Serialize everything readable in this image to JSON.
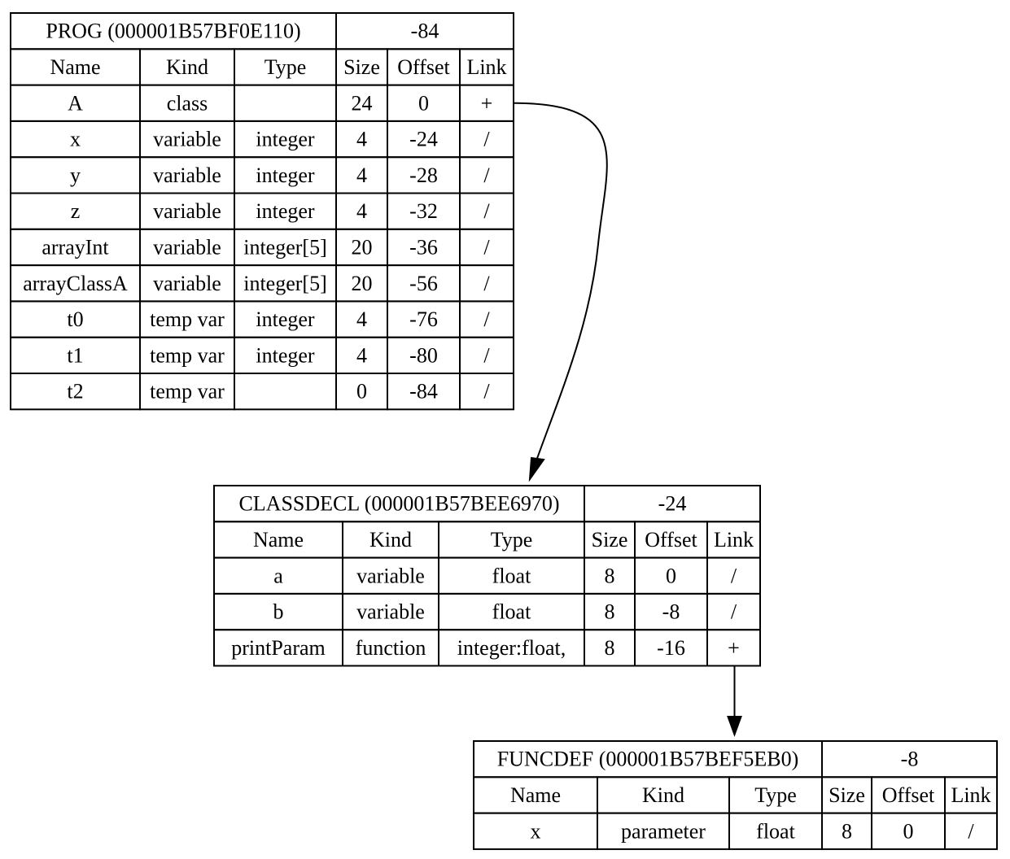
{
  "tables": [
    {
      "id": "prog",
      "title": "PROG (000001B57BF0E110)",
      "total": "-84",
      "headers": [
        "Name",
        "Kind",
        "Type",
        "Size",
        "Offset",
        "Link"
      ],
      "rows": [
        [
          "A",
          "class",
          "",
          "24",
          "0",
          "+"
        ],
        [
          "x",
          "variable",
          "integer",
          "4",
          "-24",
          "/"
        ],
        [
          "y",
          "variable",
          "integer",
          "4",
          "-28",
          "/"
        ],
        [
          "z",
          "variable",
          "integer",
          "4",
          "-32",
          "/"
        ],
        [
          "arrayInt",
          "variable",
          "integer[5]",
          "20",
          "-36",
          "/"
        ],
        [
          "arrayClassA",
          "variable",
          "integer[5]",
          "20",
          "-56",
          "/"
        ],
        [
          "t0",
          "temp var",
          "integer",
          "4",
          "-76",
          "/"
        ],
        [
          "t1",
          "temp var",
          "integer",
          "4",
          "-80",
          "/"
        ],
        [
          "t2",
          "temp var",
          "",
          "0",
          "-84",
          "/"
        ]
      ]
    },
    {
      "id": "classdecl",
      "title": "CLASSDECL (000001B57BEE6970)",
      "total": "-24",
      "headers": [
        "Name",
        "Kind",
        "Type",
        "Size",
        "Offset",
        "Link"
      ],
      "rows": [
        [
          "a",
          "variable",
          "float",
          "8",
          "0",
          "/"
        ],
        [
          "b",
          "variable",
          "float",
          "8",
          "-8",
          "/"
        ],
        [
          "printParam",
          "function",
          "integer:float,",
          "8",
          "-16",
          "+"
        ]
      ]
    },
    {
      "id": "funcdef",
      "title": "FUNCDEF (000001B57BEF5EB0)",
      "total": "-8",
      "headers": [
        "Name",
        "Kind",
        "Type",
        "Size",
        "Offset",
        "Link"
      ],
      "rows": [
        [
          "x",
          "parameter",
          "float",
          "8",
          "0",
          "/"
        ]
      ]
    }
  ],
  "links": [
    {
      "from_table": "prog",
      "from_row": 0,
      "to_table": "classdecl"
    },
    {
      "from_table": "classdecl",
      "from_row": 2,
      "to_table": "funcdef"
    }
  ]
}
